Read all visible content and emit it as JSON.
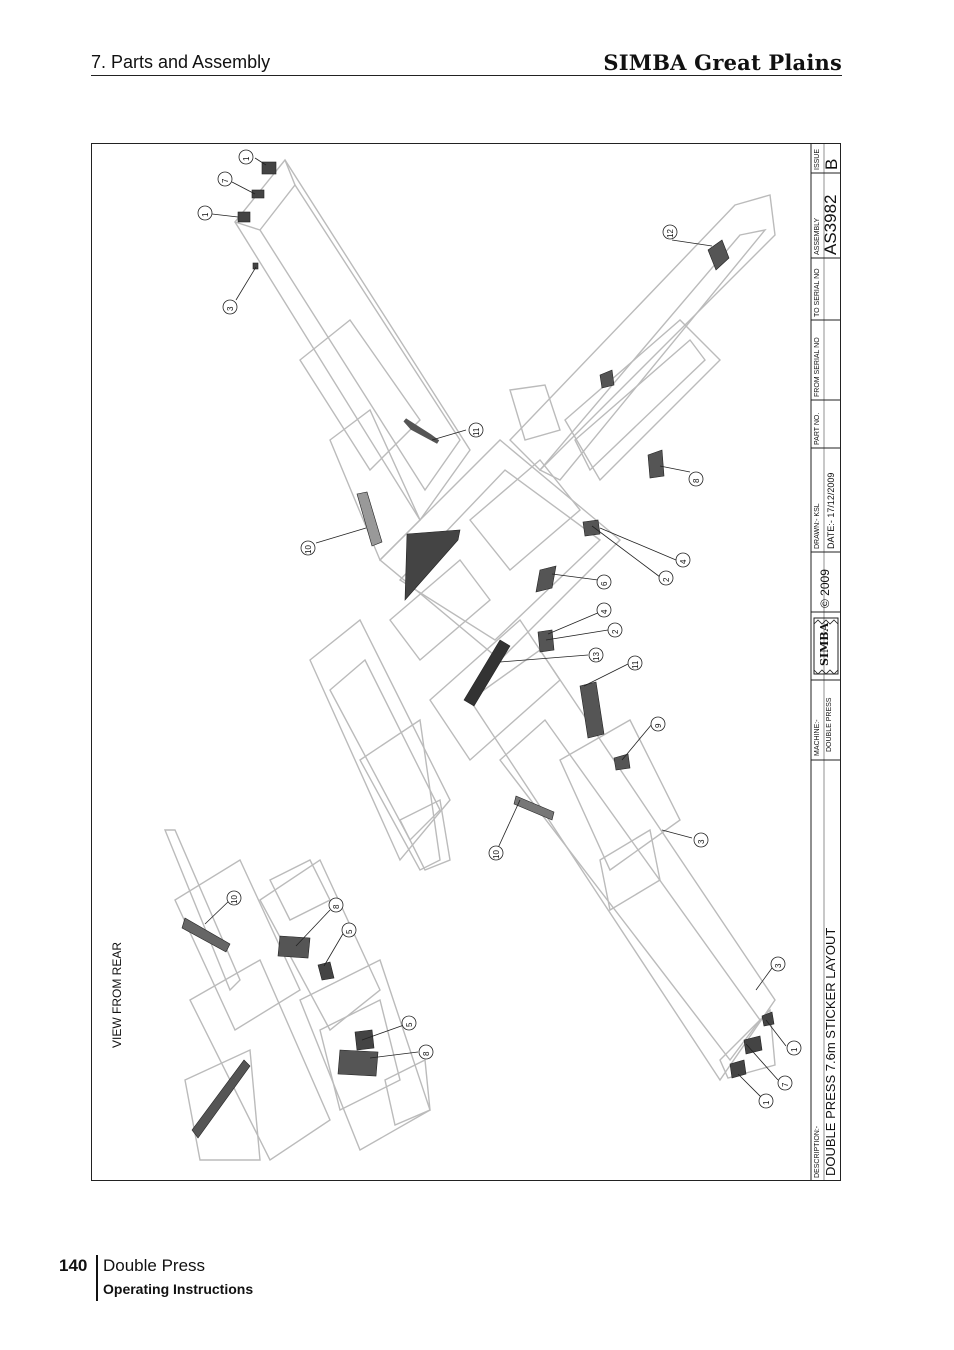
{
  "header": {
    "section": "7. Parts and Assembly",
    "brand": "SIMBA Great Plains"
  },
  "drawing": {
    "view_label": "VIEW FROM REAR",
    "callouts_main": [
      "1",
      "7",
      "1",
      "3",
      "12",
      "11",
      "10",
      "8",
      "4",
      "2",
      "6",
      "4",
      "2",
      "13",
      "11",
      "9",
      "3",
      "10",
      "3",
      "1",
      "7",
      "1"
    ],
    "callouts_inset": [
      "10",
      "8",
      "5",
      "5",
      "8"
    ]
  },
  "title_block": {
    "description_label": "DESCRIPTION:-",
    "description": "DOUBLE PRESS 7.6m STICKER LAYOUT",
    "machine_label": "MACHINE:-",
    "machine": "DOUBLE PRESS",
    "logo_text": "SIMBA",
    "copyright": "© 2009",
    "drawn": "DRAWN:-  KSL",
    "date": "DATE:-  17/12/2009",
    "part_no_label": "PART NO.",
    "from_serial_label": "FROM SERIAL NO",
    "to_serial_label": "TO SERIAL NO",
    "assembly_label": "ASSEMBLY",
    "assembly": "AS3982",
    "issue_label": "ISSUE",
    "issue": "B"
  },
  "footer": {
    "page_number": "140",
    "title": "Double Press",
    "subtitle": "Operating Instructions"
  }
}
